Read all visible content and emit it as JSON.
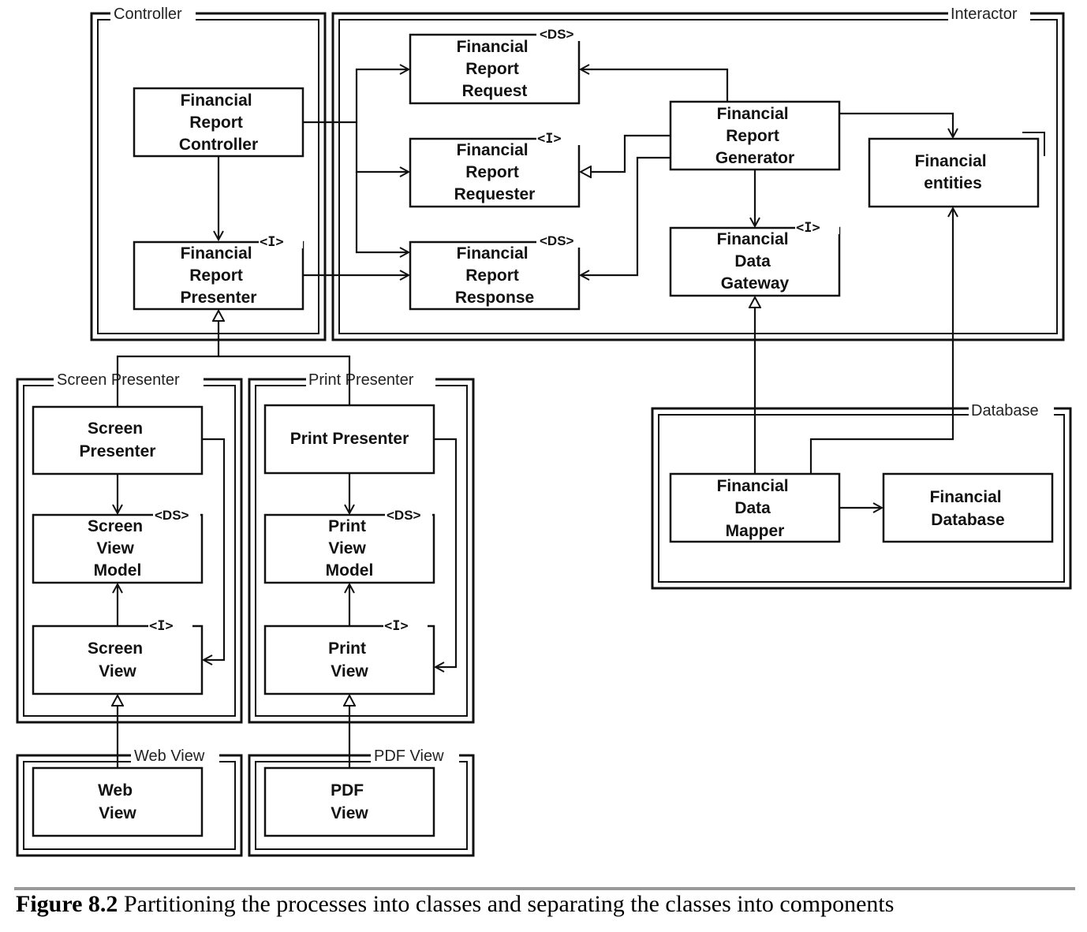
{
  "components": {
    "controller": "Controller",
    "interactor": "Interactor",
    "screen_presenter": "Screen Presenter",
    "print_presenter": "Print Presenter",
    "database": "Database",
    "web_view": "Web View",
    "pdf_view": "PDF View"
  },
  "classes": {
    "fr_controller": [
      "Financial",
      "Report",
      "Controller"
    ],
    "fr_presenter": [
      "Financial",
      "Report",
      "Presenter"
    ],
    "fr_request": [
      "Financial",
      "Report",
      "Request"
    ],
    "fr_requester": [
      "Financial",
      "Report",
      "Requester"
    ],
    "fr_response": [
      "Financial",
      "Report",
      "Response"
    ],
    "fr_generator": [
      "Financial",
      "Report",
      "Generator"
    ],
    "fin_entities": [
      "Financial",
      "entities"
    ],
    "fd_gateway": [
      "Financial",
      "Data",
      "Gateway"
    ],
    "screen_presenter": [
      "Screen",
      "Presenter"
    ],
    "screen_view_model": [
      "Screen",
      "View",
      "Model"
    ],
    "screen_view": [
      "Screen",
      "View"
    ],
    "print_presenter": [
      "Print Presenter"
    ],
    "print_view_model": [
      "Print",
      "View",
      "Model"
    ],
    "print_view": [
      "Print",
      "View"
    ],
    "fd_mapper": [
      "Financial",
      "Data",
      "Mapper"
    ],
    "fin_database": [
      "Financial",
      "Database"
    ],
    "web_view": [
      "Web",
      "View"
    ],
    "pdf_view": [
      "PDF",
      "View"
    ]
  },
  "stereotypes": {
    "ds": "<DS>",
    "interface": "<I>"
  },
  "caption": {
    "number": "Figure 8.2",
    "text": "Partitioning the processes into classes and separating the classes into components"
  }
}
